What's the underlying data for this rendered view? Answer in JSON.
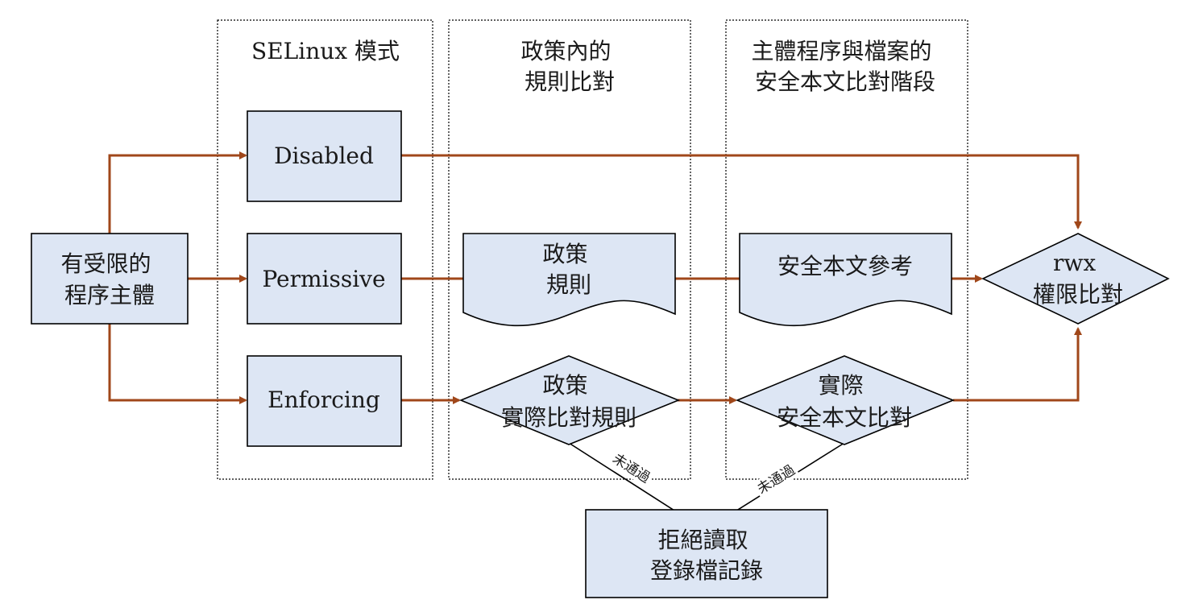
{
  "lanes": {
    "mode": {
      "title_lines": [
        "SELinux 模式"
      ]
    },
    "policy": {
      "title_lines": [
        "政策內的",
        "規則比對"
      ]
    },
    "context": {
      "title_lines": [
        "主體程序與檔案的",
        "安全本文比對階段"
      ]
    }
  },
  "nodes": {
    "subject": {
      "lines": [
        "有受限的",
        "程序主體"
      ]
    },
    "disabled": {
      "lines": [
        "Disabled"
      ]
    },
    "permissive": {
      "lines": [
        "Permissive"
      ]
    },
    "enforcing": {
      "lines": [
        "Enforcing"
      ]
    },
    "policy_rules_doc": {
      "lines": [
        "政策",
        "規則"
      ]
    },
    "context_ref_doc": {
      "lines": [
        "安全本文參考"
      ]
    },
    "policy_check": {
      "lines": [
        "政策",
        "實際比對規則"
      ]
    },
    "context_check": {
      "lines": [
        "實際",
        "安全本文比對"
      ]
    },
    "rwx_check": {
      "lines": [
        "rwx",
        "權限比對"
      ]
    },
    "deny": {
      "lines": [
        "拒絕讀取",
        "登錄檔記錄"
      ]
    }
  },
  "edge_labels": {
    "policy_fail": "未通過",
    "context_fail": "未通過"
  },
  "colors": {
    "box_fill": "#dde6f4",
    "flow_arrow": "#a0471a",
    "outline": "#000000"
  }
}
